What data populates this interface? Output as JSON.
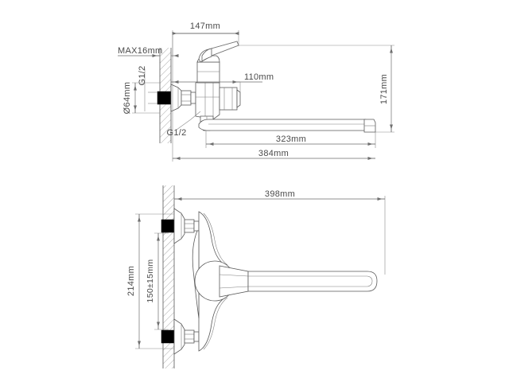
{
  "document": {
    "type": "technical-drawing",
    "subject": "wall-mounted bath mixer tap with long swivel spout",
    "units": "mm",
    "background_color": "#ffffff",
    "line_color": "#5a5a5a",
    "dimension_text_color": "#4a4a4a",
    "fill_color": "#000000"
  },
  "views": {
    "side_elevation": {
      "name": "Side elevation (top view panel)",
      "dimensions": {
        "handle_reach": "147mm",
        "wall_thickness": "MAX16mm",
        "inlet_thread_top": "G1/2",
        "escutcheon_diameter": "Ø64mm",
        "outlet_thread": "G1/2",
        "body_depth": "110mm",
        "height": "171mm",
        "spout_length_inner": "323mm",
        "spout_length_total": "384mm"
      }
    },
    "front_elevation": {
      "name": "Front elevation (bottom view panel)",
      "dimensions": {
        "overall_length": "398mm",
        "escutcheon_span": "214mm",
        "inlet_centers": "150±15mm"
      }
    }
  },
  "labels": {
    "d_147": "147mm",
    "d_max16": "MAX16mm",
    "d_g12_top": "G1/2",
    "d_dia64": "Ø64mm",
    "d_g12_bottom": "G1/2",
    "d_110": "110mm",
    "d_171": "171mm",
    "d_323": "323mm",
    "d_384": "384mm",
    "d_398": "398mm",
    "d_214": "214mm",
    "d_150": "150±15mm"
  }
}
